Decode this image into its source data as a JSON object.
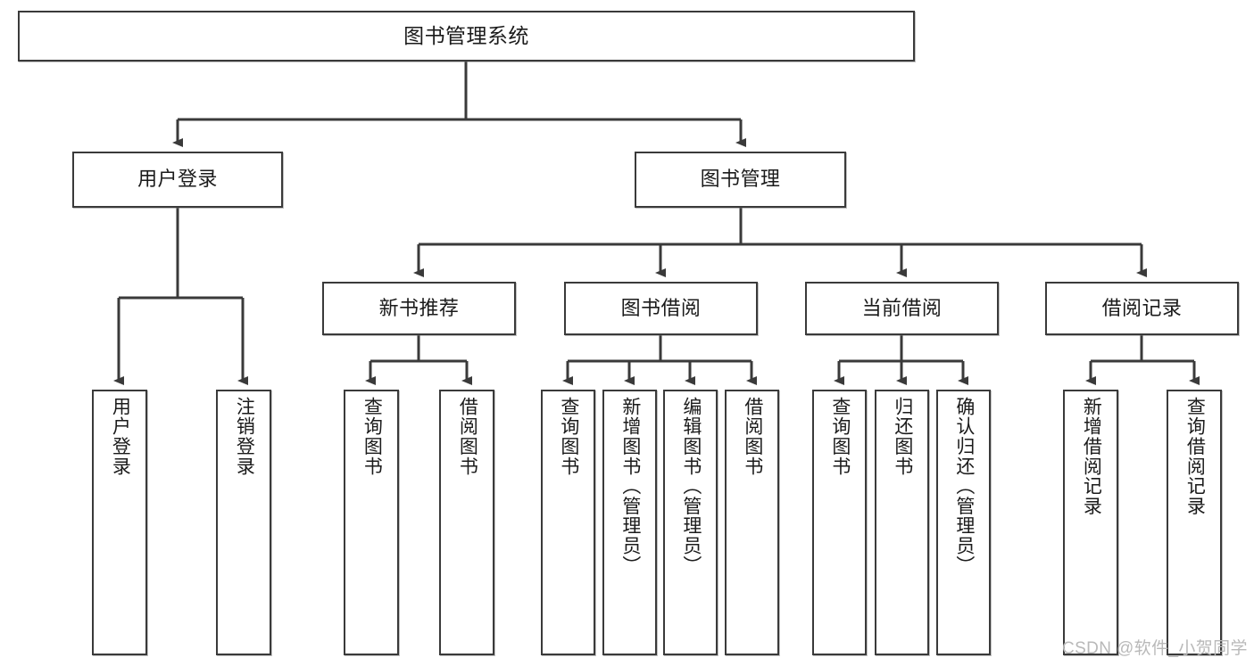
{
  "diagram": {
    "type": "tree-hierarchy-chart",
    "title": "图书管理系统",
    "colors": {
      "box_border": "#3a3a3a",
      "box_fill": "#ffffff",
      "connector": "#3a3a3a",
      "text": "#1b1b1b",
      "watermark": "#b9b9b9",
      "background": "#ffffff"
    },
    "root": {
      "label": "图书管理系统"
    },
    "level2": [
      {
        "label": "用户登录"
      },
      {
        "label": "图书管理"
      }
    ],
    "level3": [
      {
        "label": "新书推荐"
      },
      {
        "label": "图书借阅"
      },
      {
        "label": "当前借阅"
      },
      {
        "label": "借阅记录"
      }
    ],
    "leaves": {
      "user_login": [
        {
          "label": "用户登录"
        },
        {
          "label": "注销登录"
        }
      ],
      "new_book_recommend": [
        {
          "label": "查询图书"
        },
        {
          "label": "借阅图书"
        }
      ],
      "book_borrow": [
        {
          "label": "查询图书"
        },
        {
          "label": "新增图书（管理员）"
        },
        {
          "label": "编辑图书（管理员）"
        },
        {
          "label": "借阅图书"
        }
      ],
      "current_borrow": [
        {
          "label": "查询图书"
        },
        {
          "label": "归还图书"
        },
        {
          "label": "确认归还（管理员）"
        }
      ],
      "borrow_record": [
        {
          "label": "新增借阅记录"
        },
        {
          "label": "查询借阅记录"
        }
      ]
    }
  },
  "watermark": {
    "text": "CSDN @软件_小贺同学"
  }
}
